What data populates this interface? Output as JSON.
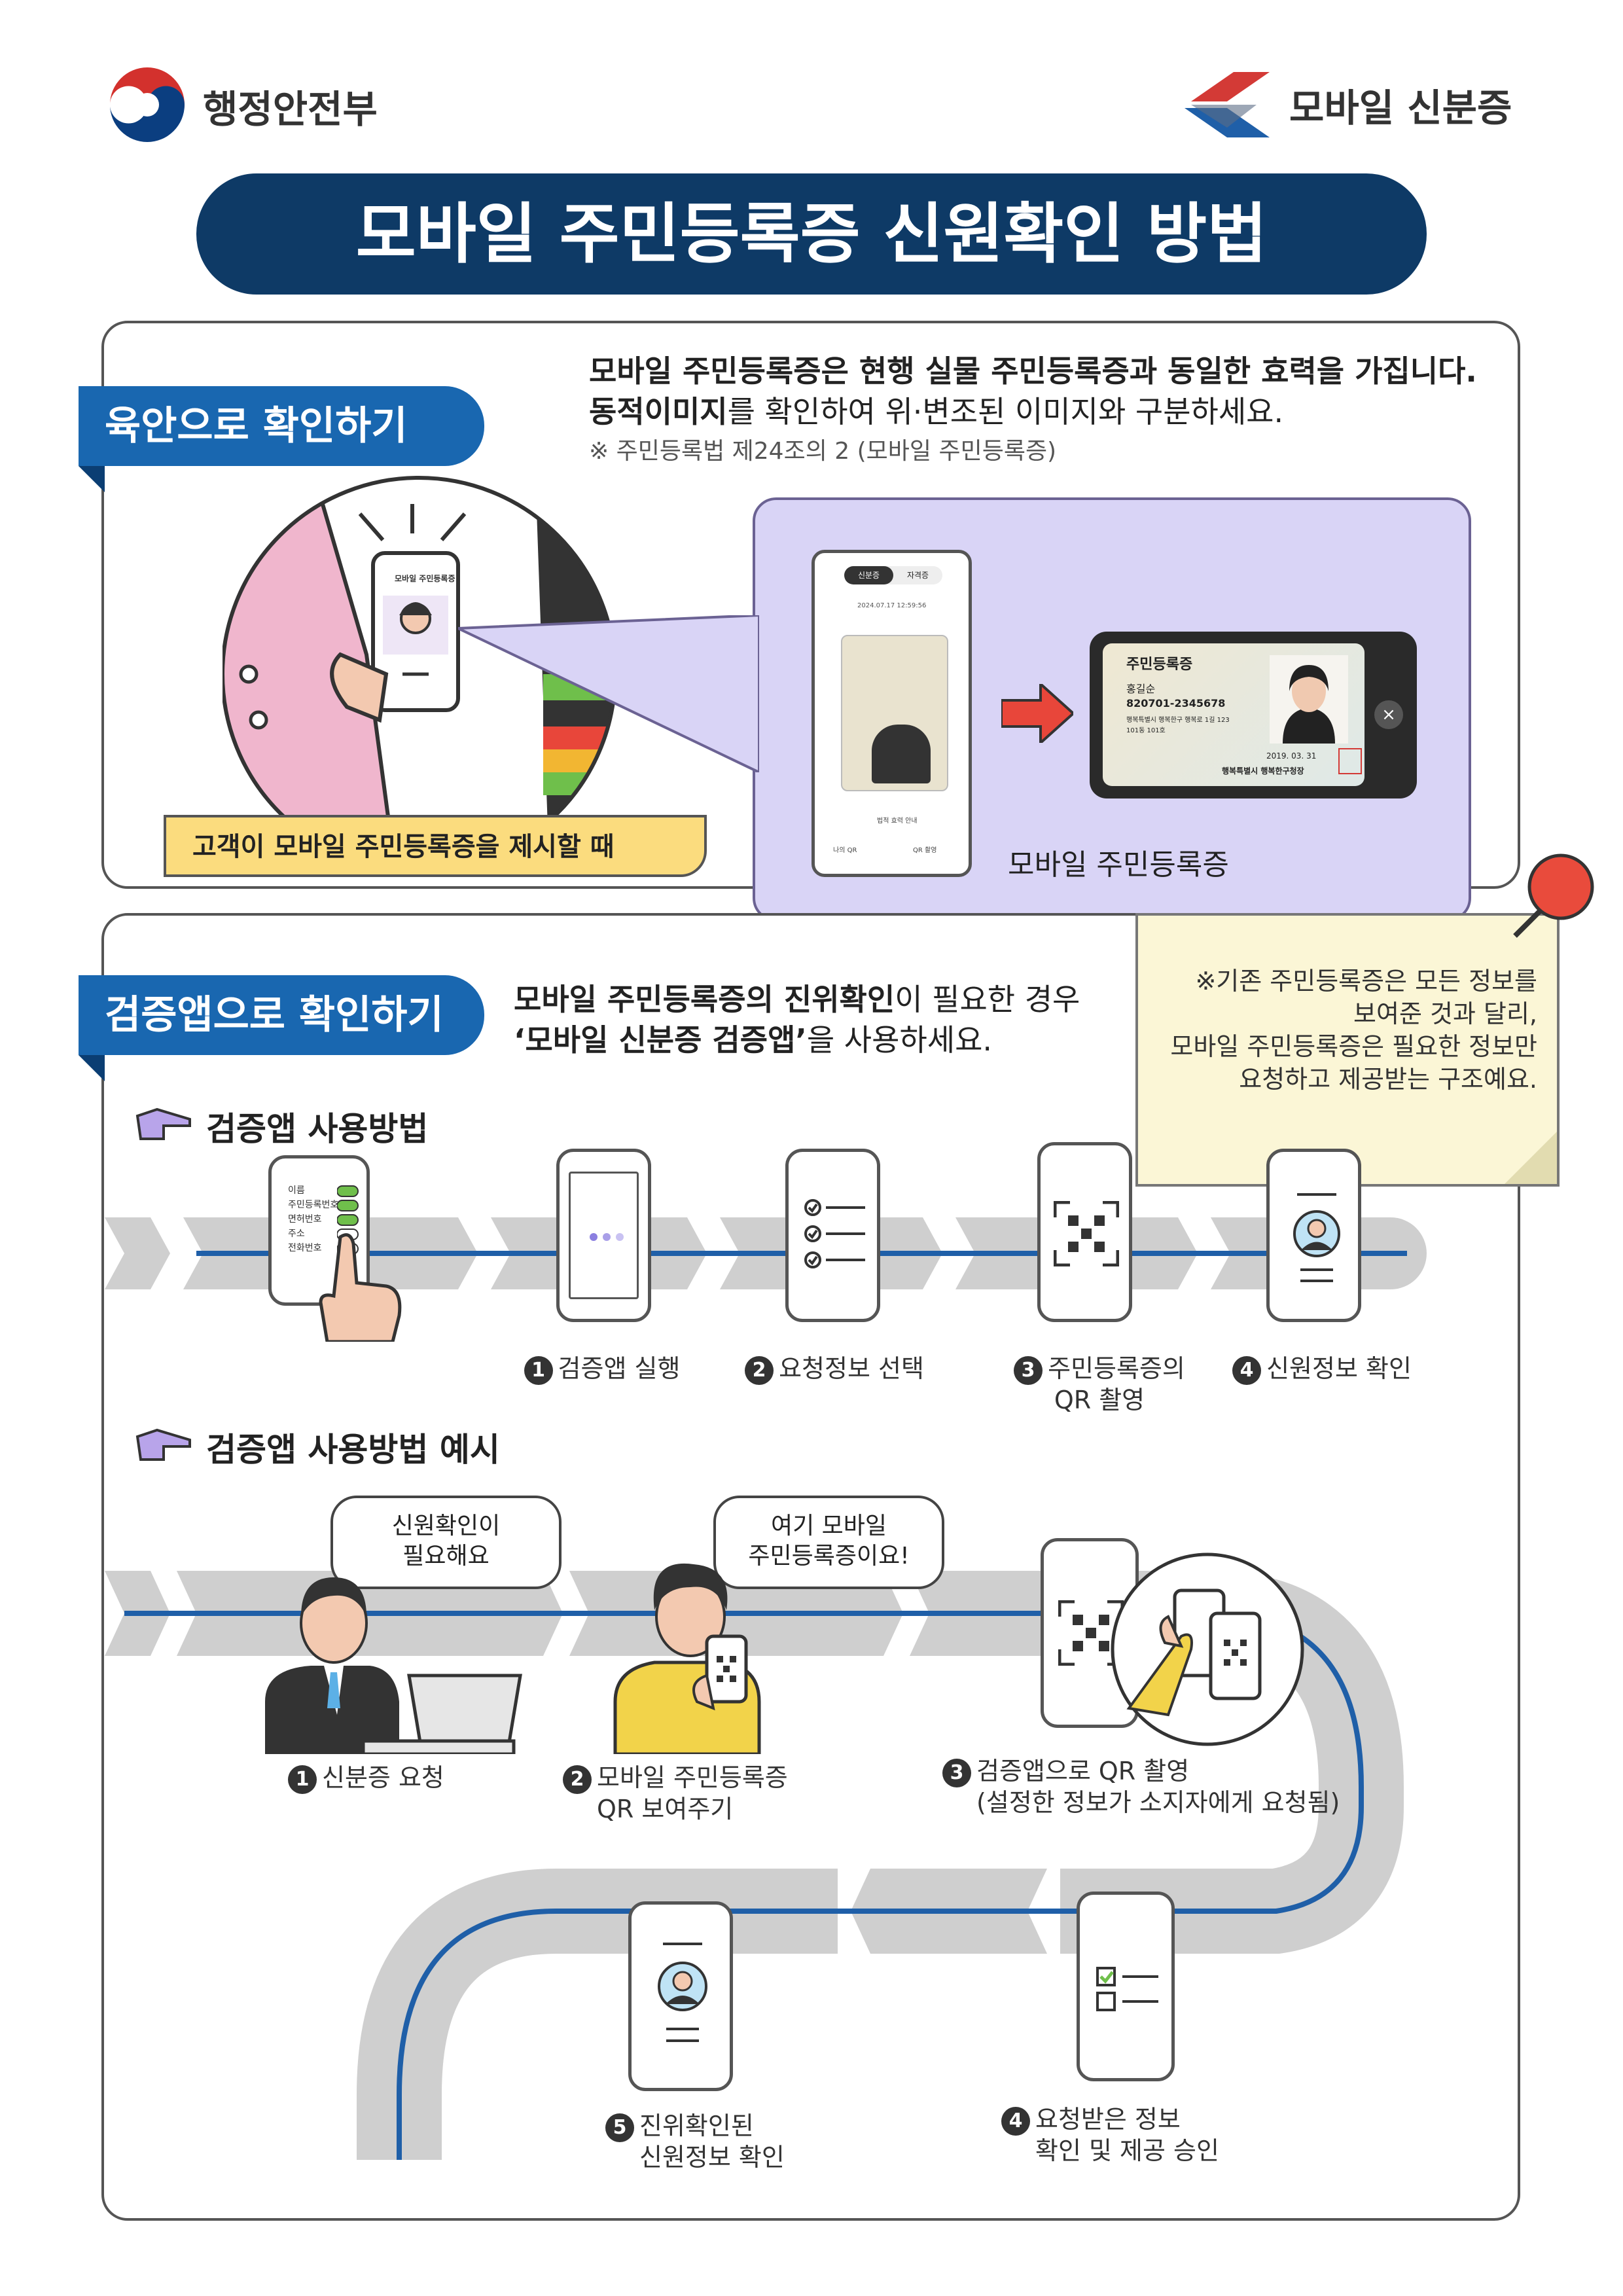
{
  "header": {
    "org_name": "행정안전부",
    "brand_name": "모바일 신분증",
    "title": "모바일 주민등록증 신원확인 방법"
  },
  "section1": {
    "tag": "육안으로 확인하기",
    "lead_bold": "모바일 주민등록증은 현행 실물 주민등록증과 동일한 효력을 가집니다.",
    "lead_line2_bold": "동적이미지",
    "lead_line2_rest": "를 확인하여 위·변조된 이미지와 구분하세요.",
    "law_note": "※ 주민등록법 제24조의 2 (모바일 주민등록증)",
    "phone_header": "모바일 주민등록증",
    "caption": "고객이 모바일 주민등록증을 제시할 때",
    "purple_caption": "모바일 주민등록증",
    "app_tab1": "신분증",
    "app_tab2": "자격증",
    "app_datetime": "2024.07.17 12:59:56",
    "app_btn_left": "나의 QR",
    "app_btn_right": "QR 촬영",
    "app_notice": "법적 효력 안내",
    "card_title": "주민등록증",
    "card_name": "홍길순",
    "card_number": "820701-2345678",
    "card_address1": "행복특별시 행복한구 행복로 1길 123",
    "card_address2": "101동 101호",
    "card_date": "2019. 03. 31",
    "card_issuer": "행복특별시 행복한구청장"
  },
  "note": {
    "lines": [
      "※기존 주민등록증은 모든 정보를",
      "보여준 것과 달리,",
      "모바일 주민등록증은 필요한 정보만",
      "요청하고 제공받는 구조예요."
    ]
  },
  "section2": {
    "tag": "검증앱으로 확인하기",
    "lead_line1_bold": "모바일 주민등록증의 진위확인",
    "lead_line1_rest": "이 필요한 경우",
    "lead_line2_bold": "‘모바일 신분증 검증앱’",
    "lead_line2_rest": "을 사용하세요.",
    "howto_heading": "검증앱 사용방법",
    "app_fields": [
      "이름",
      "주민등록번호",
      "면허번호",
      "주소",
      "전화번호"
    ],
    "steps": [
      {
        "num": "1",
        "label": "검증앱 실행"
      },
      {
        "num": "2",
        "label": "요청정보 선택"
      },
      {
        "num": "3",
        "label": "주민등록증의",
        "label2": "QR 촬영"
      },
      {
        "num": "4",
        "label": "신원정보 확인"
      }
    ],
    "example_heading": "검증앱 사용방법 예시",
    "bubble1": [
      "신원확인이",
      "필요해요"
    ],
    "bubble2": [
      "여기 모바일",
      "주민등록증이요!"
    ],
    "examples": [
      {
        "num": "1",
        "line1": "신분증 요청"
      },
      {
        "num": "2",
        "line1": "모바일 주민등록증",
        "line2": "QR 보여주기"
      },
      {
        "num": "3",
        "line1": "검증앱으로 QR 촬영",
        "line2": "(설정한 정보가 소지자에게 요청됨)"
      },
      {
        "num": "4",
        "line1": "요청받은 정보",
        "line2": "확인 및 제공 승인"
      },
      {
        "num": "5",
        "line1": "진위확인된",
        "line2": "신원정보 확인"
      }
    ]
  },
  "colors": {
    "navy": "#0e3a66",
    "tag_blue": "#1967b0",
    "purple_panel": "#d9d4f6",
    "note_yellow": "#fbf6d6",
    "caption_yellow": "#fbdc7e",
    "arrow_red": "#e8463a",
    "pin_red": "#e94b3c"
  }
}
